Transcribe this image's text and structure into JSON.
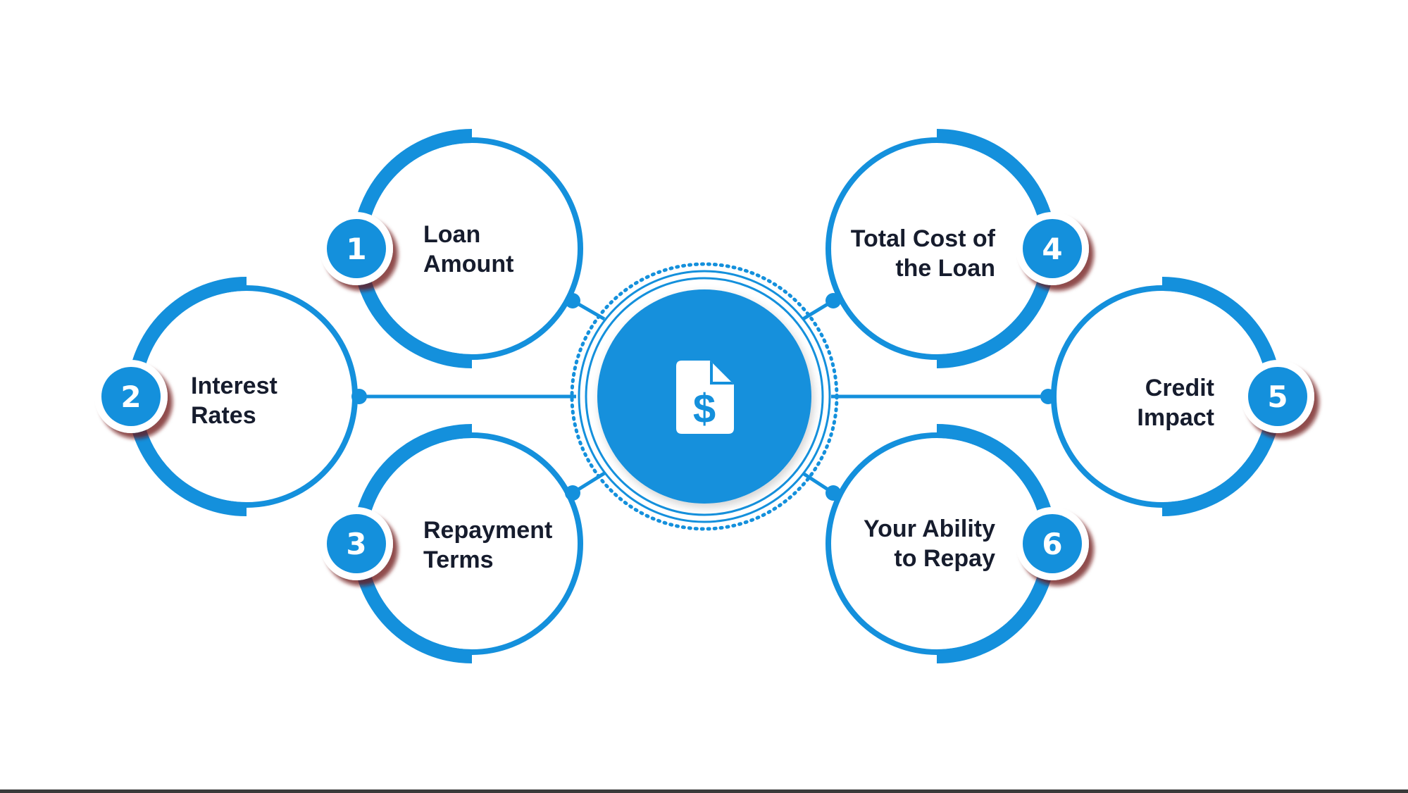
{
  "colors": {
    "primary": "#1490dc",
    "text": "#161c2d",
    "background": "#ffffff"
  },
  "center": {
    "icon": "dollar-document-icon",
    "symbol": "$"
  },
  "items": [
    {
      "number": "1",
      "line1": "Loan",
      "line2": "Amount"
    },
    {
      "number": "2",
      "line1": "Interest",
      "line2": "Rates"
    },
    {
      "number": "3",
      "line1": "Repayment",
      "line2": "Terms"
    },
    {
      "number": "4",
      "line1": "Total Cost of",
      "line2": "the Loan"
    },
    {
      "number": "5",
      "line1": "Credit",
      "line2": "Impact"
    },
    {
      "number": "6",
      "line1": "Your Ability",
      "line2": "to Repay"
    }
  ]
}
